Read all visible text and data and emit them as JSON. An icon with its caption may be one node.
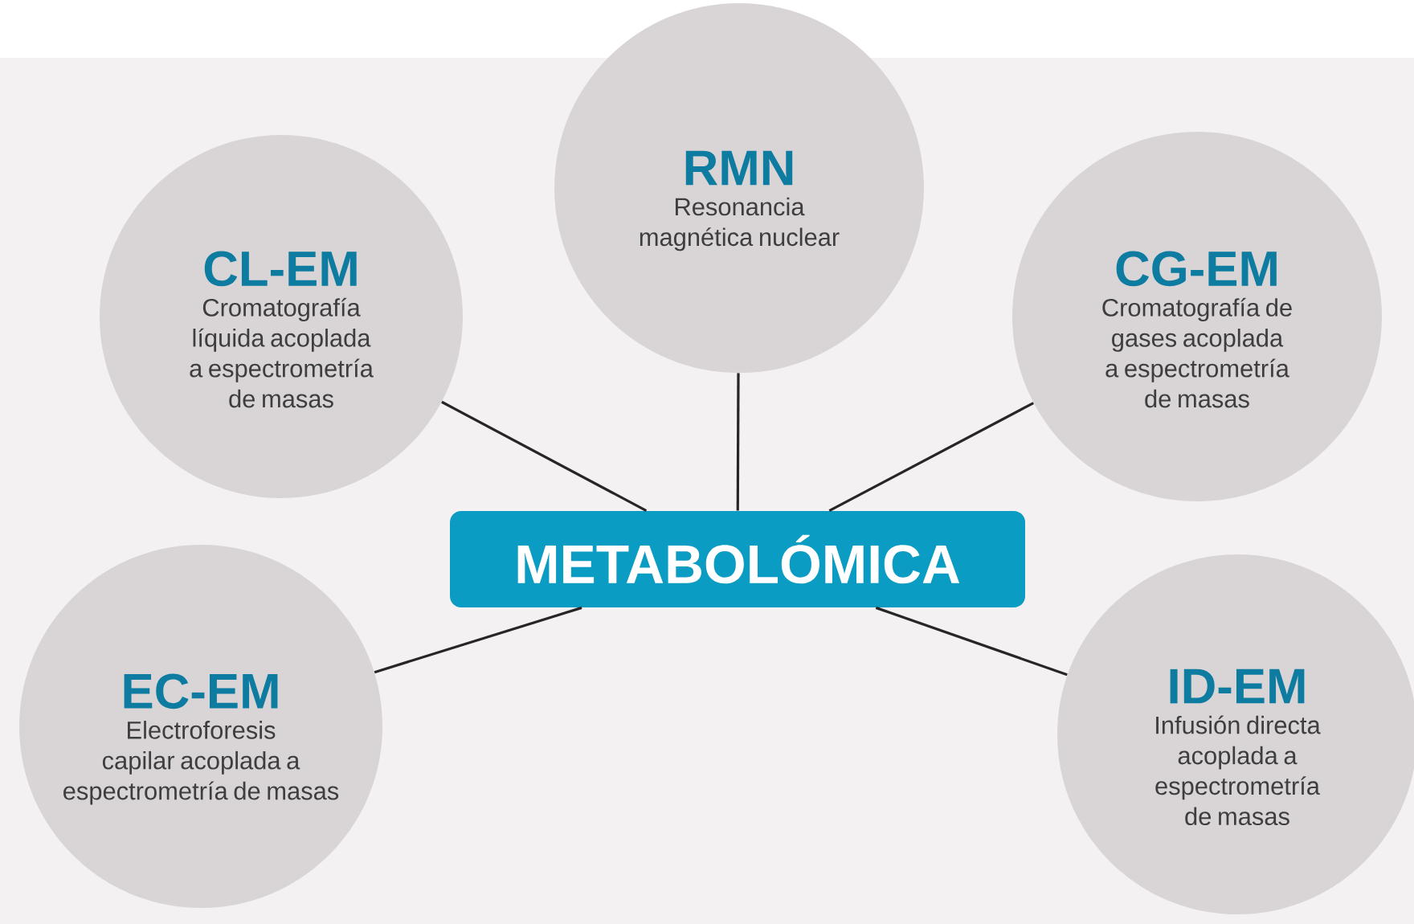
{
  "diagram": {
    "nodes": [
      {
        "text": [
          "RMN",
          "Resonancia magnética nuclear"
        ]
      },
      {
        "text": [
          "CL-EM",
          "Cromatografía líquida acoplada a espectrometría de masas"
        ]
      },
      {
        "text": [
          "CG-EM",
          "Cromatografía de gases acoplada a espectrometría de masas"
        ]
      },
      {
        "text": [
          "METABOLÓMICA"
        ]
      },
      {
        "text": [
          "EC-EM",
          "Electroforesis capilar acoplada a espectrometría de masas"
        ]
      },
      {
        "text": [
          "ID-EM",
          "Infusión directa acoplada a espectrometría de masas"
        ]
      }
    ],
    "edges": [
      {
        "from": 3,
        "to": 0,
        "arrow": "none"
      },
      {
        "from": 3,
        "to": 1,
        "arrow": "none"
      },
      {
        "from": 3,
        "to": 2,
        "arrow": "none"
      },
      {
        "from": 3,
        "to": 4,
        "arrow": "none"
      },
      {
        "from": 3,
        "to": 5,
        "arrow": "none"
      }
    ]
  }
}
